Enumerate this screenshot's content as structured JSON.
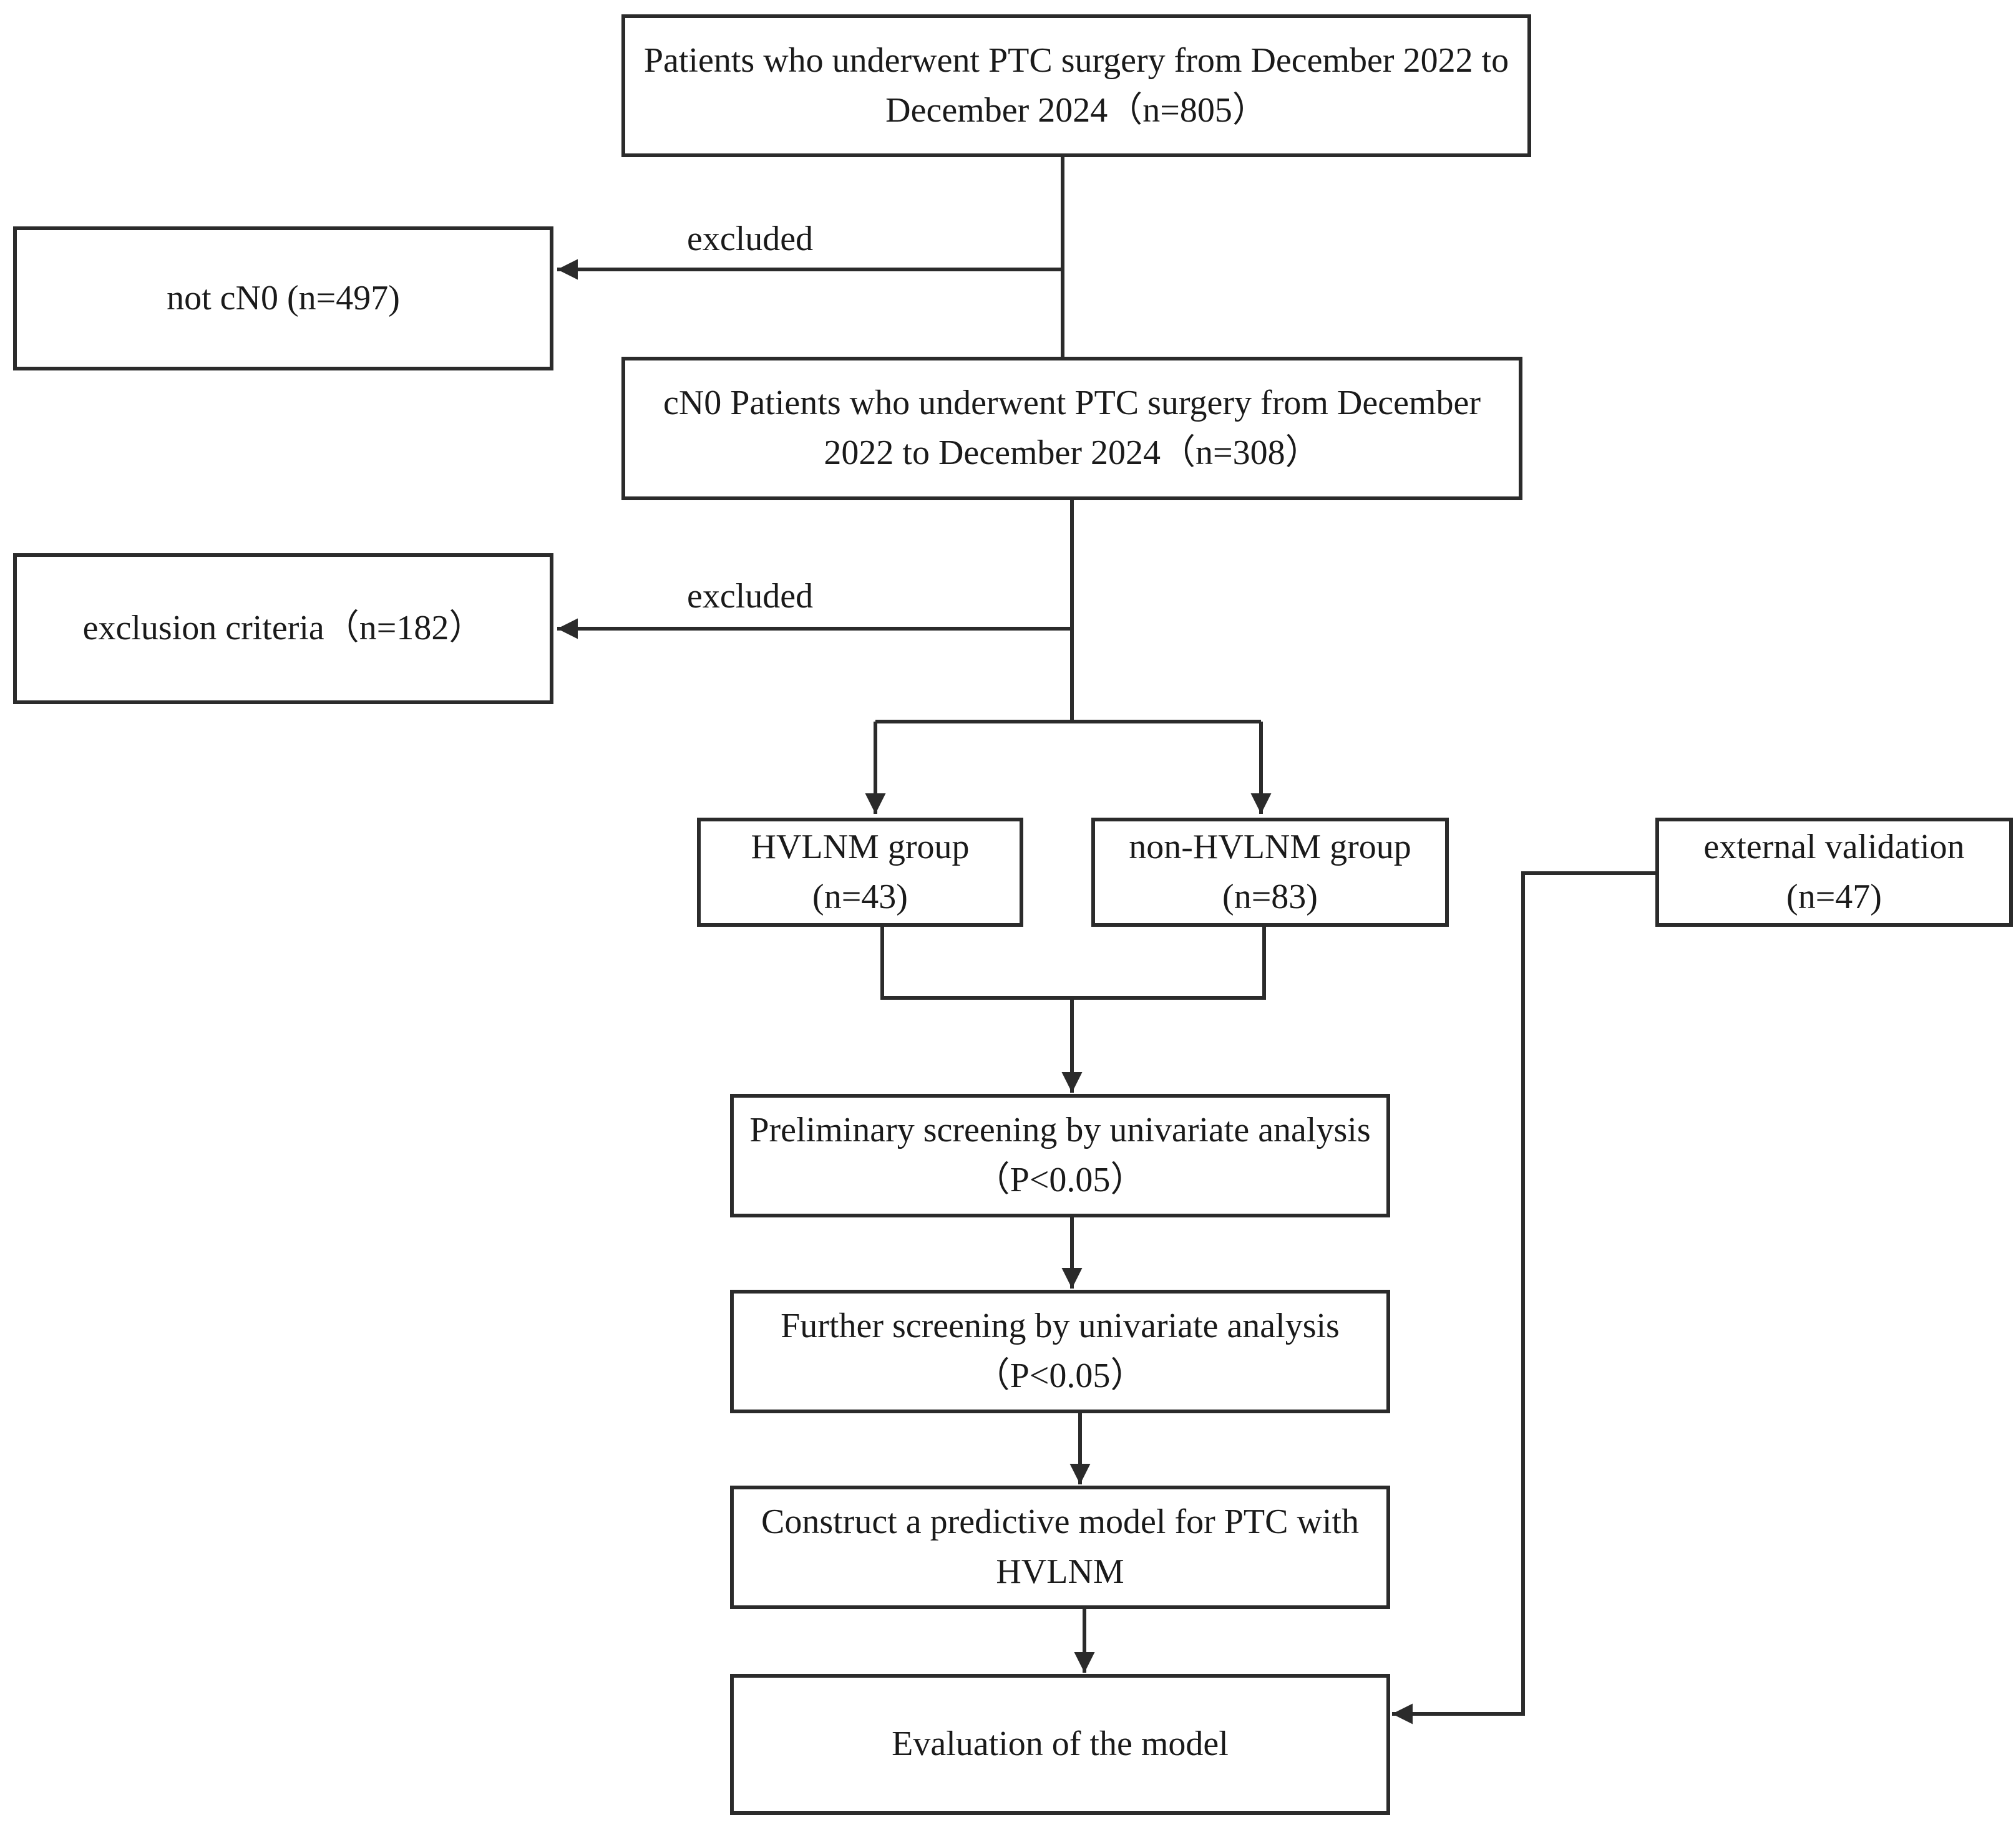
{
  "diagram": {
    "nodes": {
      "all_patients": "Patients who underwent PTC surgery from December 2022 to December 2024（n=805）",
      "not_cn0": "not cN0 (n=497)",
      "cn0_patients": "cN0 Patients who underwent PTC surgery from December 2022 to December 2024（n=308）",
      "exclusion_criteria": "exclusion criteria（n=182）",
      "hvlnm_group": "HVLNM group (n=43)",
      "non_hvlnm_group": "non-HVLNM group (n=83)",
      "external_validation": "external validation (n=47)",
      "preliminary_screening": "Preliminary screening by univariate analysis（P<0.05）",
      "further_screening": "Further screening by univariate analysis（P<0.05）",
      "construct_model": "Construct a predictive model for PTC with HVLNM",
      "evaluation": "Evaluation of the model"
    },
    "edge_labels": {
      "excluded_1": "excluded",
      "excluded_2": "excluded"
    },
    "edges": [
      {
        "from": "all_patients",
        "to": "not_cn0",
        "label": "excluded"
      },
      {
        "from": "all_patients",
        "to": "cn0_patients"
      },
      {
        "from": "cn0_patients",
        "to": "exclusion_criteria",
        "label": "excluded"
      },
      {
        "from": "cn0_patients",
        "to": "hvlnm_group"
      },
      {
        "from": "cn0_patients",
        "to": "non_hvlnm_group"
      },
      {
        "from": "hvlnm_group",
        "to": "preliminary_screening"
      },
      {
        "from": "non_hvlnm_group",
        "to": "preliminary_screening"
      },
      {
        "from": "preliminary_screening",
        "to": "further_screening"
      },
      {
        "from": "further_screening",
        "to": "construct_model"
      },
      {
        "from": "construct_model",
        "to": "evaluation"
      },
      {
        "from": "external_validation",
        "to": "evaluation"
      }
    ]
  }
}
